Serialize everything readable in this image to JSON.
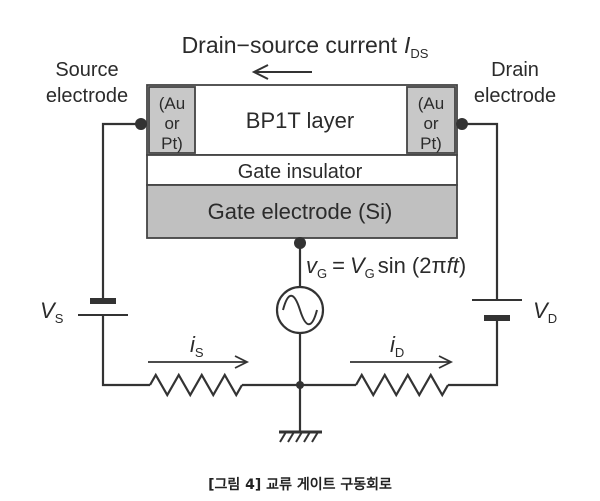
{
  "title": {
    "text": "Drain−source current",
    "symbol": "I",
    "subscript": "DS"
  },
  "labels": {
    "source_electrode": [
      "Source",
      "electrode"
    ],
    "drain_electrode": [
      "Drain",
      "electrode"
    ]
  },
  "contacts": {
    "left": [
      "(Au",
      "or",
      "Pt)"
    ],
    "right": [
      "(Au",
      "or",
      "Pt)"
    ]
  },
  "layers": {
    "channel": "BP1T layer",
    "insulator": "Gate insulator",
    "gate": "Gate electrode (Si)"
  },
  "gate_signal": {
    "v": "v",
    "v_sub": "G",
    "equals": "=",
    "V": "V",
    "V_sub": "G",
    "func": "sin",
    "arg_open": "(2π",
    "arg_var": "ft",
    "arg_close": ")"
  },
  "sources": {
    "source": {
      "symbol": "V",
      "subscript": "S"
    },
    "drain": {
      "symbol": "V",
      "subscript": "D"
    }
  },
  "currents": {
    "source": {
      "symbol": "i",
      "subscript": "S"
    },
    "drain": {
      "symbol": "i",
      "subscript": "D"
    }
  },
  "caption": "[그림 4] 교류 게이트 구동회로",
  "colors": {
    "electrode_fill": "#c8c8c8",
    "gate_fill": "#c0c0c0",
    "layer_fill": "#ffffff",
    "line": "#333333"
  }
}
